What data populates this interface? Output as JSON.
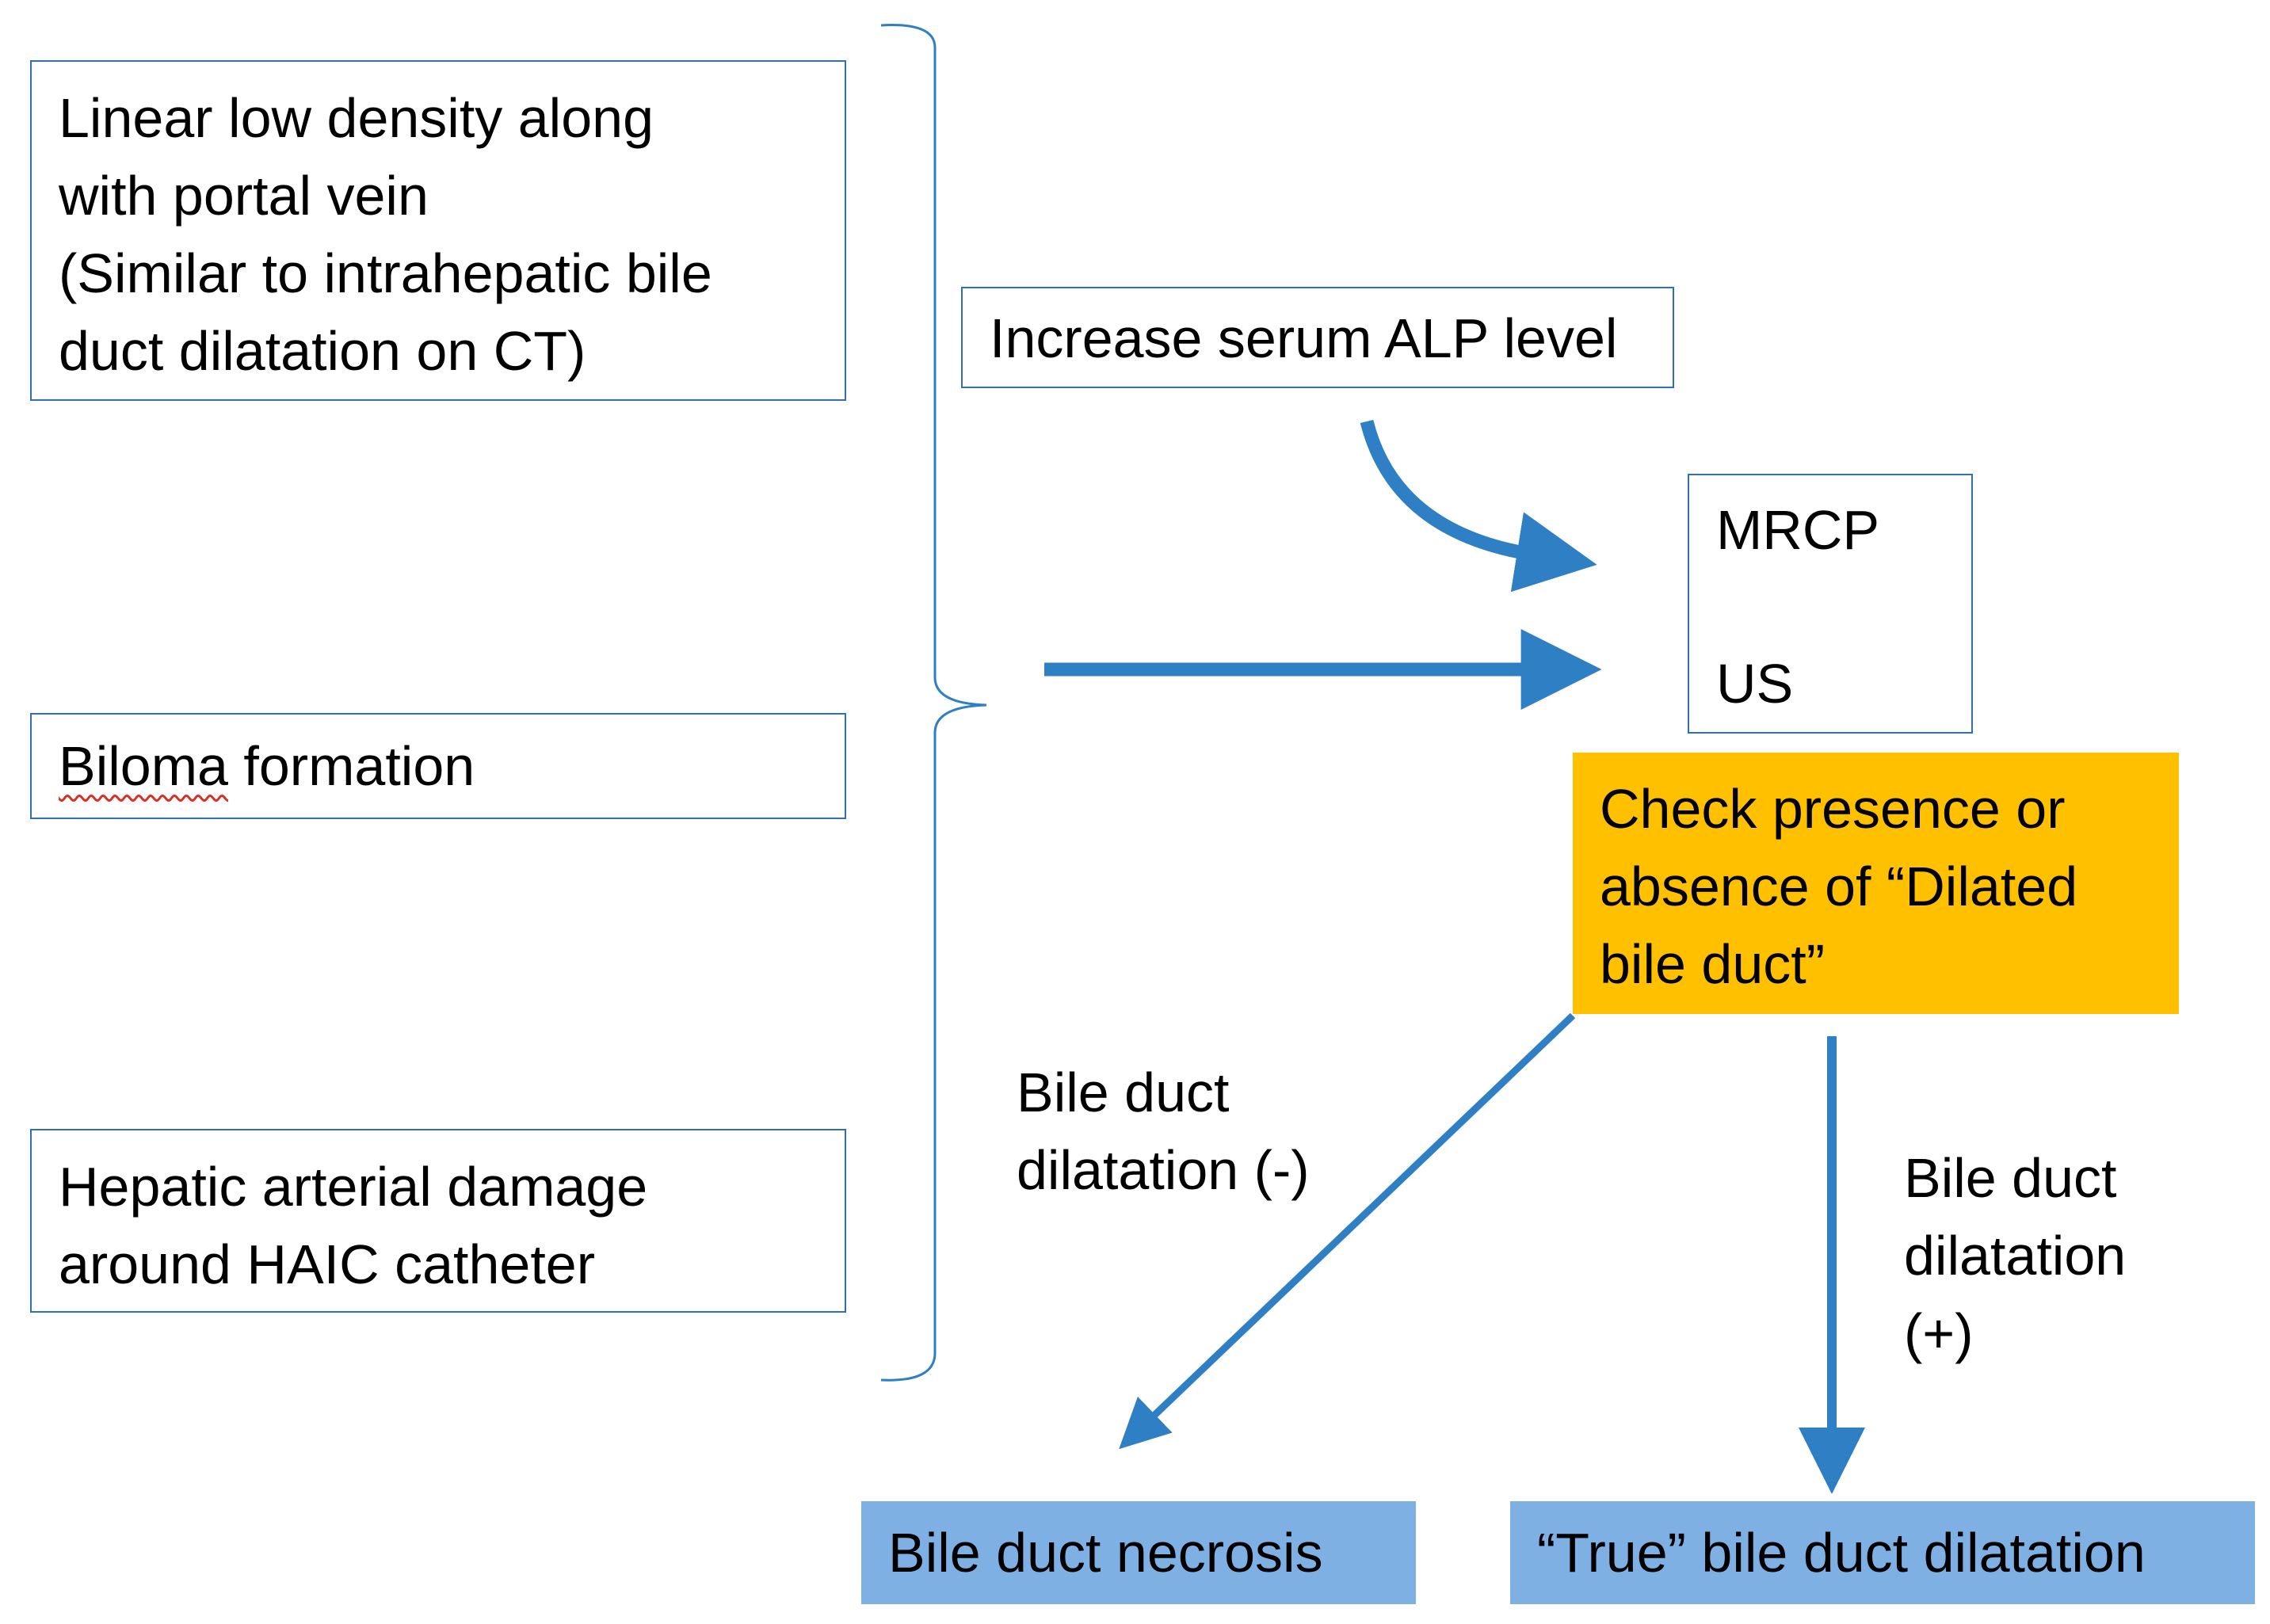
{
  "boxes": {
    "linear_low_density": {
      "lines": [
        "Linear low density along",
        "with portal vein",
        "(Similar to intrahepatic bile",
        "duct dilatation on CT)"
      ]
    },
    "biloma": {
      "word1": "Biloma",
      "word2": " formation"
    },
    "hepatic_arterial": {
      "lines": [
        "Hepatic arterial damage",
        "around HAIC catheter"
      ]
    },
    "alp": {
      "text": "Increase serum ALP level"
    },
    "imaging": {
      "mrcp": "MRCP",
      "us": "US"
    },
    "check": {
      "lines": [
        "Check presence or",
        "absence of “Dilated",
        "bile duct”"
      ]
    },
    "necrosis": {
      "text": "Bile duct necrosis"
    },
    "true_dilatation": {
      "text": "“True” bile duct dilatation"
    }
  },
  "edge_labels": {
    "negative": [
      "Bile duct",
      "dilatation (-)"
    ],
    "positive": [
      "Bile duct",
      "dilatation",
      "(+)"
    ]
  },
  "colors": {
    "arrow": "#2f7fc4",
    "box_border": "#2f6fb4",
    "highlight": "#ffc000",
    "result_fill": "#7fb0e3"
  }
}
